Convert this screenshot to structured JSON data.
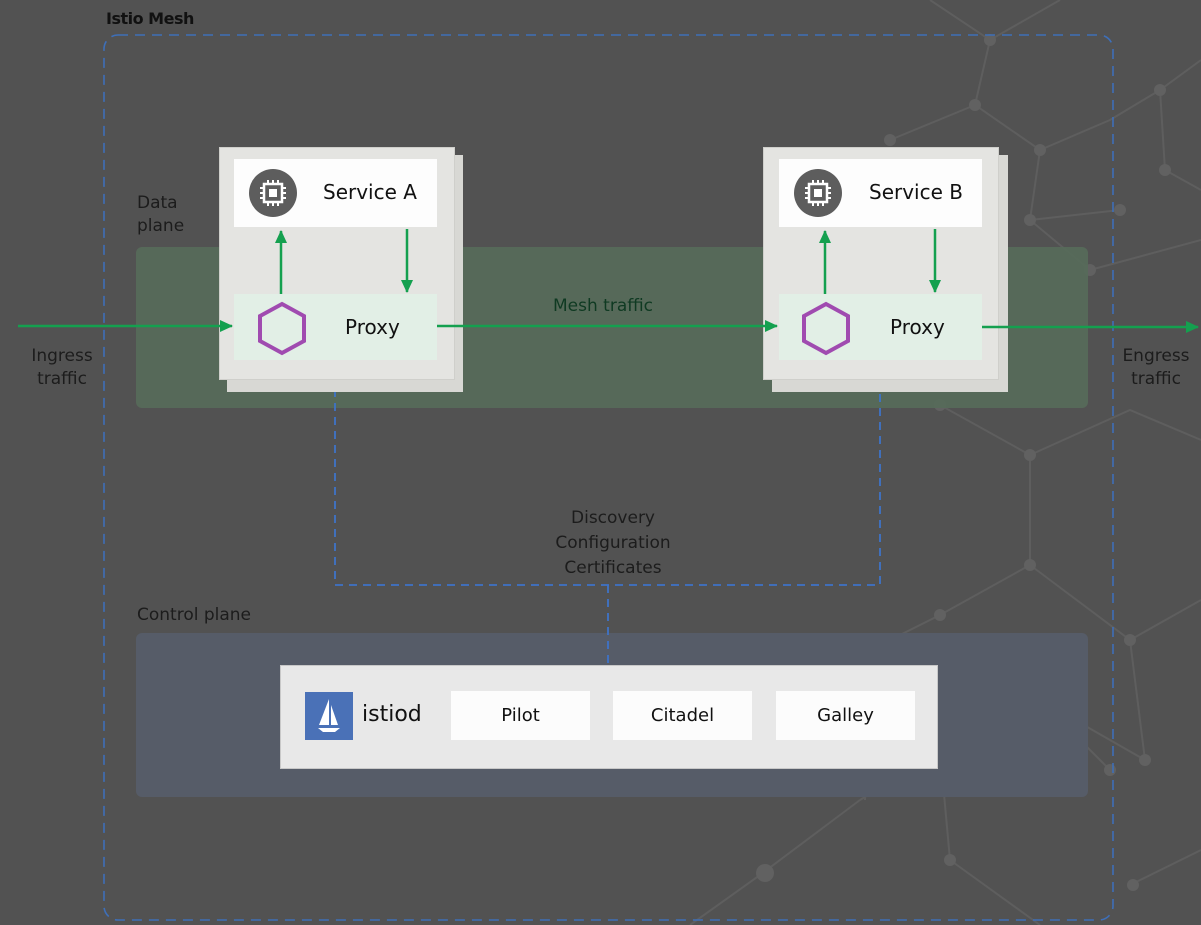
{
  "mesh": {
    "title": "Istio Mesh"
  },
  "data_plane": {
    "label_line1": "Data",
    "label_line2": "plane"
  },
  "services": [
    {
      "name": "Service A",
      "proxy_label": "Proxy"
    },
    {
      "name": "Service B",
      "proxy_label": "Proxy"
    }
  ],
  "traffic": {
    "ingress_line1": "Ingress",
    "ingress_line2": "traffic",
    "mesh_traffic": "Mesh traffic",
    "egress_line1": "Engress",
    "egress_line2": "traffic"
  },
  "control_channel": [
    "Discovery",
    "Configuration",
    "Certificates"
  ],
  "control_plane": {
    "label": "Control plane",
    "istiod": "istiod",
    "components": [
      "Pilot",
      "Citadel",
      "Galley"
    ]
  },
  "colors": {
    "background": "#525252",
    "traffic_arrow": "#14a04f",
    "control_dash": "#3e73c8",
    "proxy_hexagon": "#a04bb0",
    "istio_logo": "#4a71b7"
  },
  "icons": {
    "service": "chip-icon",
    "proxy": "hexagon-icon",
    "istiod": "istio-sail-icon"
  }
}
